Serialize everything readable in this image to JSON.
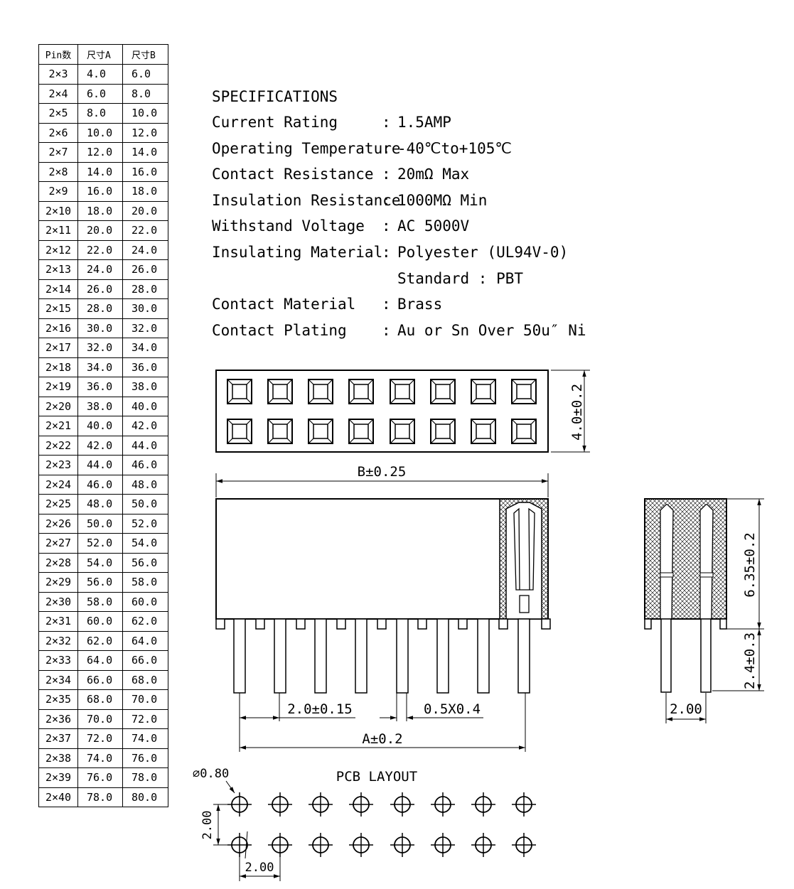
{
  "table": {
    "headers": [
      "Pin数",
      "尺寸A",
      "尺寸B"
    ],
    "rows": [
      [
        "2×3",
        "4.0",
        "6.0"
      ],
      [
        "2×4",
        "6.0",
        "8.0"
      ],
      [
        "2×5",
        "8.0",
        "10.0"
      ],
      [
        "2×6",
        "10.0",
        "12.0"
      ],
      [
        "2×7",
        "12.0",
        "14.0"
      ],
      [
        "2×8",
        "14.0",
        "16.0"
      ],
      [
        "2×9",
        "16.0",
        "18.0"
      ],
      [
        "2×10",
        "18.0",
        "20.0"
      ],
      [
        "2×11",
        "20.0",
        "22.0"
      ],
      [
        "2×12",
        "22.0",
        "24.0"
      ],
      [
        "2×13",
        "24.0",
        "26.0"
      ],
      [
        "2×14",
        "26.0",
        "28.0"
      ],
      [
        "2×15",
        "28.0",
        "30.0"
      ],
      [
        "2×16",
        "30.0",
        "32.0"
      ],
      [
        "2×17",
        "32.0",
        "34.0"
      ],
      [
        "2×18",
        "34.0",
        "36.0"
      ],
      [
        "2×19",
        "36.0",
        "38.0"
      ],
      [
        "2×20",
        "38.0",
        "40.0"
      ],
      [
        "2×21",
        "40.0",
        "42.0"
      ],
      [
        "2×22",
        "42.0",
        "44.0"
      ],
      [
        "2×23",
        "44.0",
        "46.0"
      ],
      [
        "2×24",
        "46.0",
        "48.0"
      ],
      [
        "2×25",
        "48.0",
        "50.0"
      ],
      [
        "2×26",
        "50.0",
        "52.0"
      ],
      [
        "2×27",
        "52.0",
        "54.0"
      ],
      [
        "2×28",
        "54.0",
        "56.0"
      ],
      [
        "2×29",
        "56.0",
        "58.0"
      ],
      [
        "2×30",
        "58.0",
        "60.0"
      ],
      [
        "2×31",
        "60.0",
        "62.0"
      ],
      [
        "2×32",
        "62.0",
        "64.0"
      ],
      [
        "2×33",
        "64.0",
        "66.0"
      ],
      [
        "2×34",
        "66.0",
        "68.0"
      ],
      [
        "2×35",
        "68.0",
        "70.0"
      ],
      [
        "2×36",
        "70.0",
        "72.0"
      ],
      [
        "2×37",
        "72.0",
        "74.0"
      ],
      [
        "2×38",
        "74.0",
        "76.0"
      ],
      [
        "2×39",
        "76.0",
        "78.0"
      ],
      [
        "2×40",
        "78.0",
        "80.0"
      ]
    ]
  },
  "specs": {
    "title": "SPECIFICATIONS",
    "items": [
      {
        "label": "Current Rating",
        "sep": ":",
        "value": "1.5AMP"
      },
      {
        "label": "Operating Temperature",
        "sep": ":",
        "value": "-40℃to+105℃"
      },
      {
        "label": "Contact Resistance",
        "sep": ":",
        "value": "20mΩ Max"
      },
      {
        "label": "Insulation Resistance",
        "sep": ":",
        "value": "1000MΩ Min"
      },
      {
        "label": "Withstand Voltage",
        "sep": ":",
        "value": "AC 5000V"
      },
      {
        "label": "Insulating Material",
        "sep": ":",
        "value": "Polyester (UL94V-0)"
      },
      {
        "label": "",
        "sep": "",
        "value": "Standard : PBT"
      },
      {
        "label": "Contact Material",
        "sep": ":",
        "value": "Brass"
      },
      {
        "label": "Contact Plating",
        "sep": ":",
        "value": "Au or Sn Over 50u″ Ni"
      }
    ]
  },
  "dims": {
    "height_top": "4.0±0.2",
    "width_b": "B±0.25",
    "height_side": "6.35±0.2",
    "pin_length": "2.4±0.3",
    "pitch_side": "2.00",
    "pitch": "2.0±0.15",
    "pin_size": "0.5X0.4",
    "width_a": "A±0.2"
  },
  "pcb": {
    "title": "PCB LAYOUT",
    "hole": "⌀0.80",
    "pitch_v": "2.00",
    "pitch_h": "2.00"
  }
}
